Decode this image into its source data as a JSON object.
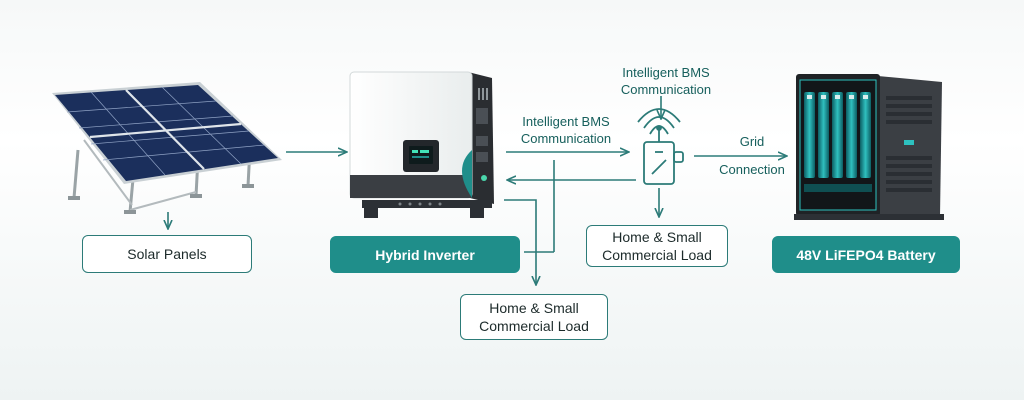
{
  "nodes": {
    "solar_panels": "Solar Panels",
    "hybrid_inverter": "Hybrid Inverter",
    "battery": "48V LiFEPO4 Battery",
    "load_lower": "Home & Small Commercial Load",
    "load_right": "Home & Small Commercial Load"
  },
  "captions": {
    "bms_top": "Intelligent BMS Communication",
    "bms_mid": "Intelligent BMS Communication",
    "grid": "Grid Connection"
  },
  "colors": {
    "accent": "#1f8e8a",
    "line": "#2c7b78",
    "text": "#1c2a2a"
  }
}
